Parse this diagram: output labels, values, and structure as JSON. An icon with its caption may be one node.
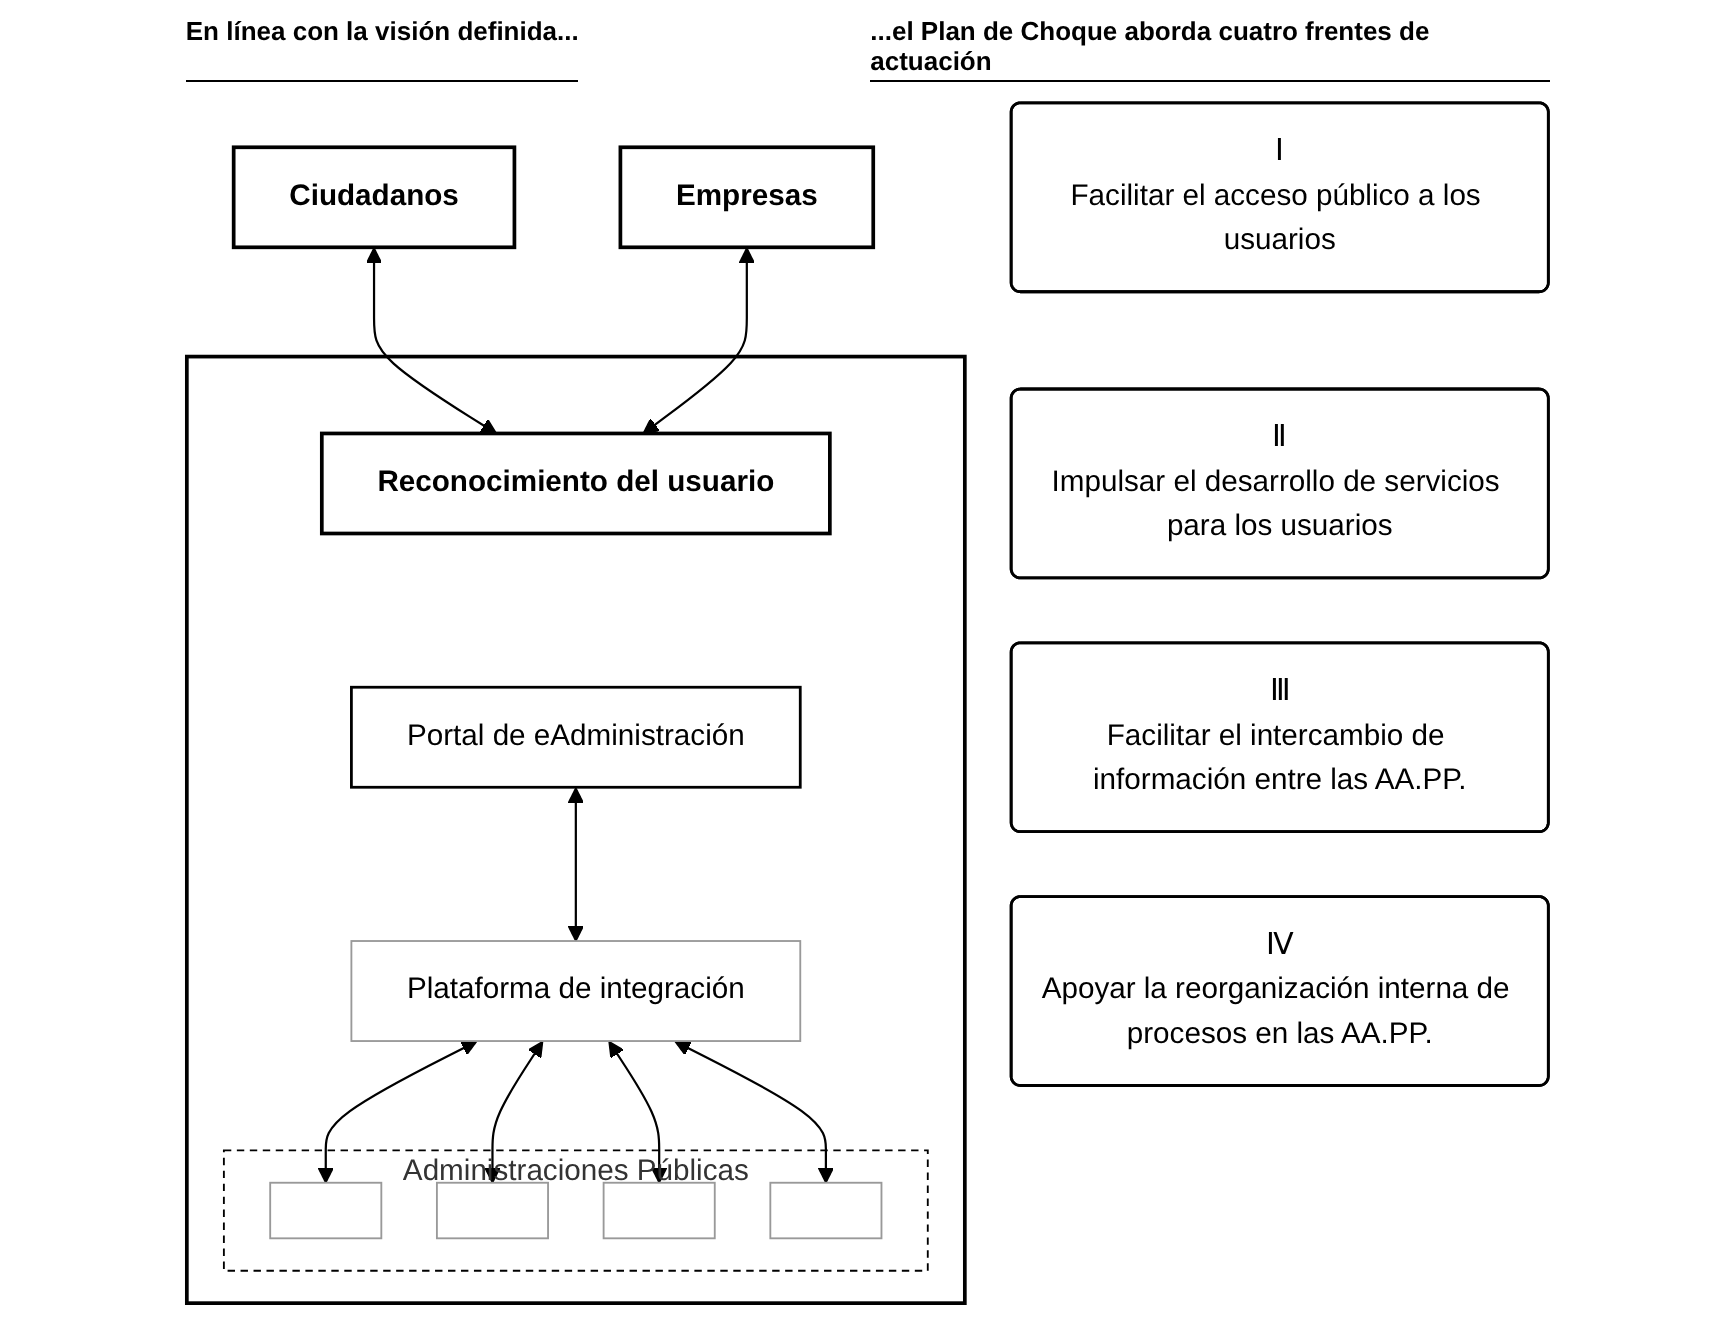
{
  "diagram": {
    "nodes": [
      {
        "text": [
          "Ciudadanos"
        ]
      },
      {
        "text": [
          "Empresas"
        ]
      },
      {
        "text": [],
        "shape": "box"
      },
      {
        "text": [
          "Reconocimiento del usuario"
        ],
        "in": 2
      },
      {
        "text": [
          "Portal de eAdministración"
        ],
        "in": 2
      },
      {
        "text": [
          "Plataforma de integración"
        ],
        "in": 2
      },
      {
        "text": [
          "Administraciones Públicas"
        ],
        "in": 2
      },
      {
        "text": [],
        "shape": "box",
        "in": 6
      },
      {
        "text": [],
        "shape": "box",
        "in": 6
      },
      {
        "text": [],
        "shape": "box",
        "in": 6
      },
      {
        "text": [],
        "shape": "box",
        "in": 6
      },
      {
        "text": [
          "Ⅰ",
          "Facilitar el acceso público a los usuarios"
        ]
      },
      {
        "text": [
          "Ⅱ",
          "Impulsar el desarrollo de servicios para los usuarios"
        ]
      },
      {
        "text": [
          "Ⅲ",
          "Facilitar el intercambio de información entre las AA.PP."
        ]
      },
      {
        "text": [
          "Ⅳ",
          "Apoyar la reorganización interna de procesos en las AA.PP."
        ]
      }
    ],
    "edges": [
      {
        "from": 0,
        "to": 3,
        "arrow": "both"
      },
      {
        "from": 1,
        "to": 3,
        "arrow": "both"
      },
      {
        "from": 4,
        "to": 5,
        "arrow": "both"
      },
      {
        "from": 5,
        "to": 7,
        "arrow": "both"
      },
      {
        "from": 5,
        "to": 8,
        "arrow": "both"
      },
      {
        "from": 5,
        "to": 9,
        "arrow": "both"
      },
      {
        "from": 5,
        "to": 10,
        "arrow": "both"
      }
    ],
    "labels": [
      "En línea con la visión definida...",
      "...el Plan de Choque aborda cuatro frentes de actuación"
    ]
  }
}
